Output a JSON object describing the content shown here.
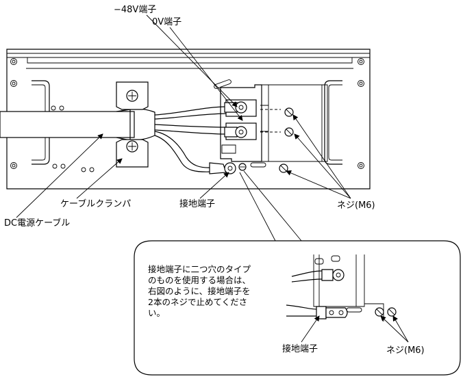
{
  "labels": {
    "neg48v_terminal": "−48V端子",
    "zero_v_terminal": "0V端子",
    "dc_power_cable": "DC電源ケーブル",
    "cable_clamp": "ケーブルクランパ",
    "ground_terminal": "接地端子",
    "screw_m6": "ネジ(M6)"
  },
  "note": {
    "lines": [
      "接地端子に二つ穴のタイプ",
      "のものを使用する場合は、",
      "右図のように、接地端子を",
      "2本のネジで止めてくださ",
      "い。"
    ],
    "inset_ground_terminal": "接地端子",
    "inset_screw_m6": "ネジ(M6)"
  }
}
